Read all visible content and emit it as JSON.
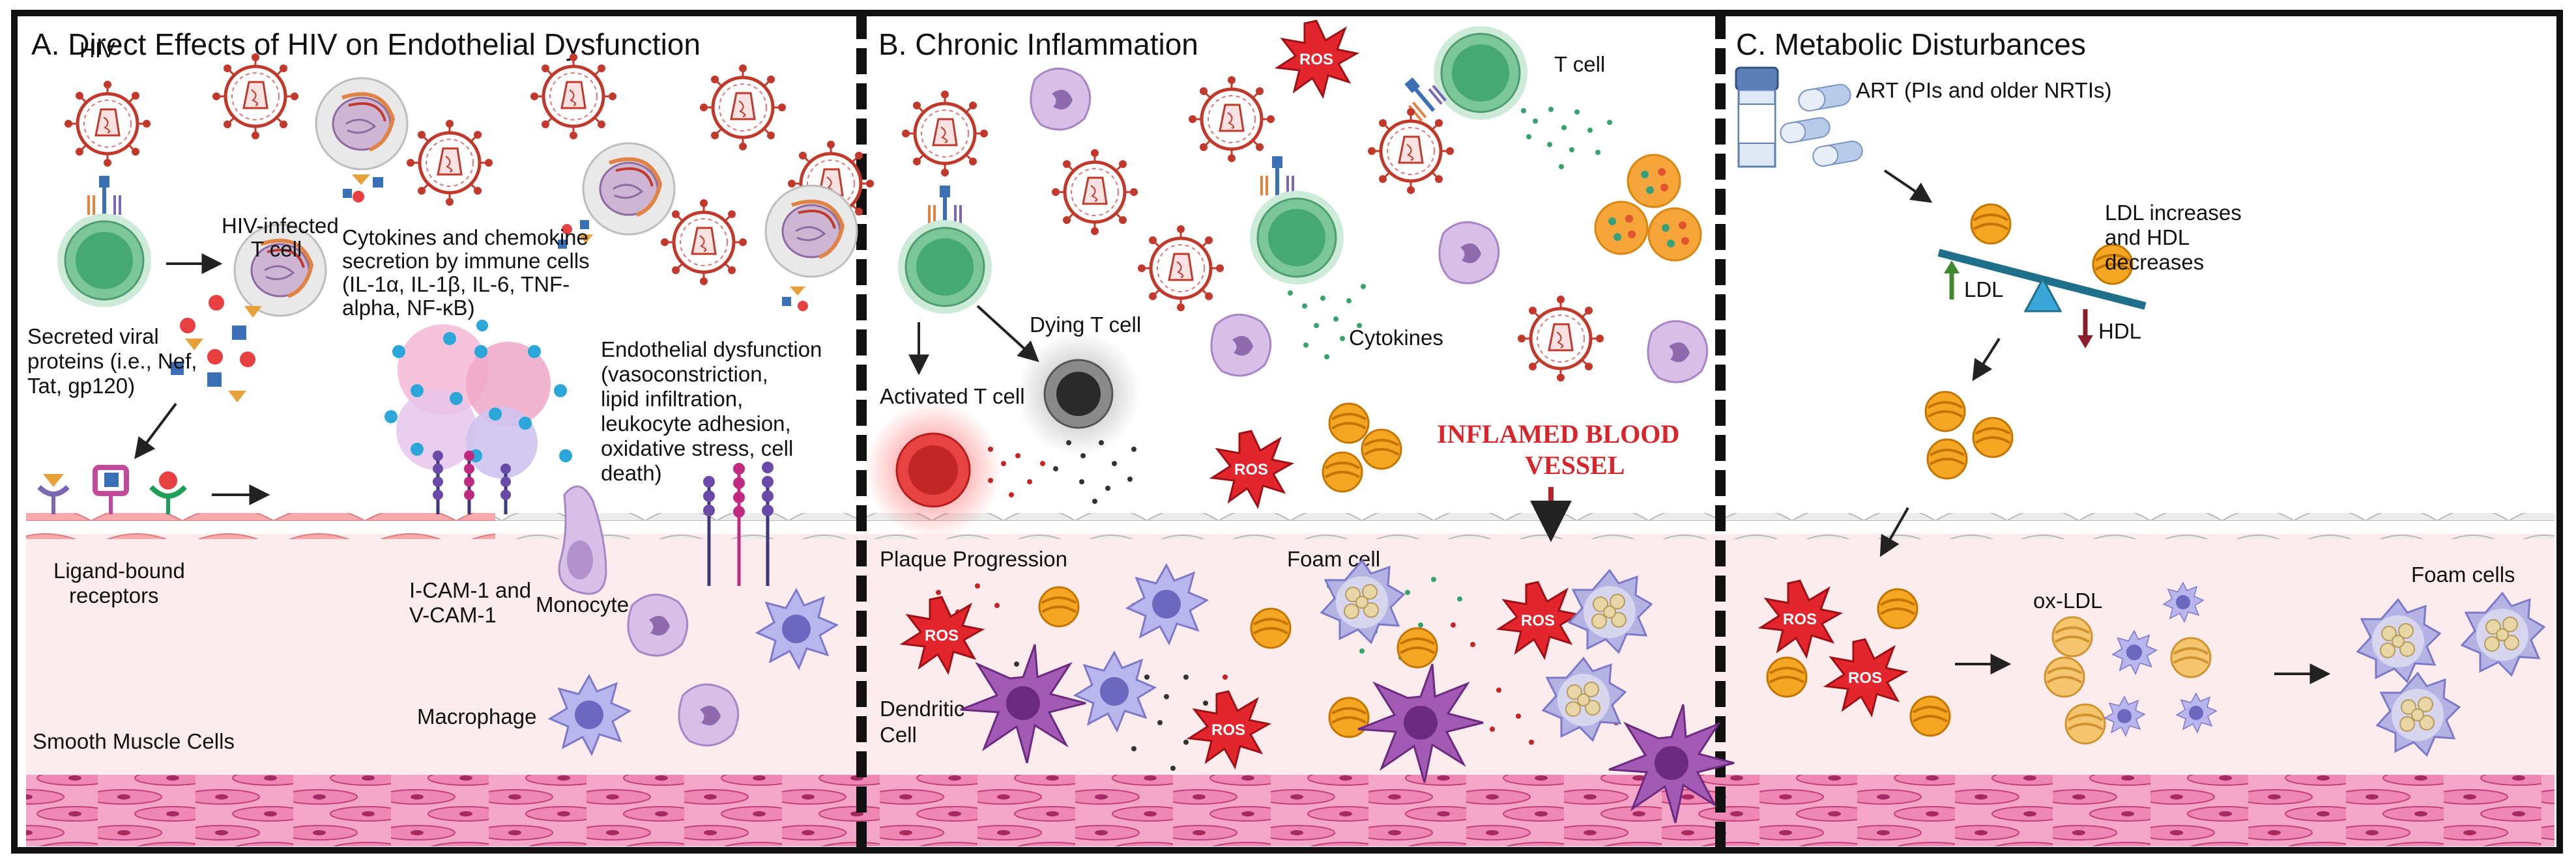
{
  "panels": [
    {
      "title": "A. Direct Effects of HIV on Endothelial Dysfunction",
      "labels": {
        "hiv": "HIV",
        "hiv_infected_1": "HIV-infected",
        "hiv_infected_2": "T cell",
        "cytokines_1": "Cytokines and chemokine",
        "cytokines_2": "secretion by immune cells",
        "cytokines_3": "(IL-1α, IL-1β, IL-6, TNF-",
        "cytokines_4": "alpha, NF-κB)",
        "secreted_1": "Secreted viral",
        "secreted_2": "proteins (i.e., Nef,",
        "secreted_3": "Tat, gp120)",
        "endo_1": "Endothelial dysfunction",
        "endo_2": "(vasoconstriction,",
        "endo_3": "lipid infiltration,",
        "endo_4": "leukocyte adhesion,",
        "endo_5": "oxidative stress, cell",
        "endo_6": "death)",
        "ligand_1": "Ligand-bound",
        "ligand_2": "receptors",
        "icam_1": "I-CAM-1 and",
        "icam_2": "V-CAM-1",
        "monocyte": "Monocyte",
        "macrophage": "Macrophage",
        "smooth": "Smooth Muscle Cells"
      }
    },
    {
      "title": "B. Chronic Inflammation",
      "labels": {
        "ros": "ROS",
        "t_cell": "T cell",
        "dying": "Dying T cell",
        "activated": "Activated T cell",
        "cytokines": "Cytokines",
        "inflamed_1": "INFLAMED BLOOD",
        "inflamed_2": "VESSEL",
        "plaque": "Plaque Progression",
        "foam": "Foam cell",
        "dendritic_1": "Dendritic",
        "dendritic_2": "Cell"
      }
    },
    {
      "title": "C. Metabolic Disturbances",
      "labels": {
        "art": "ART (PIs and older NRTIs)",
        "ldl_inc_1": "LDL increases",
        "ldl_inc_2": "and HDL",
        "ldl_inc_3": "decreases",
        "ldl": "LDL",
        "hdl": "HDL",
        "ox_ldl": "ox-LDL",
        "foam_cells": "Foam cells",
        "ros": "ROS"
      }
    }
  ],
  "colors": {
    "virus": "#c0392b",
    "t_cell": "#7cc79a",
    "endothelium": "#f7a8aa",
    "smooth_muscle": "#f08bb6",
    "lumen": "#fcecee",
    "ros": "#e3262e",
    "ldl": "#f5a623",
    "macrophage": "#a9a7e6",
    "monocyte": "#c9a6de"
  }
}
